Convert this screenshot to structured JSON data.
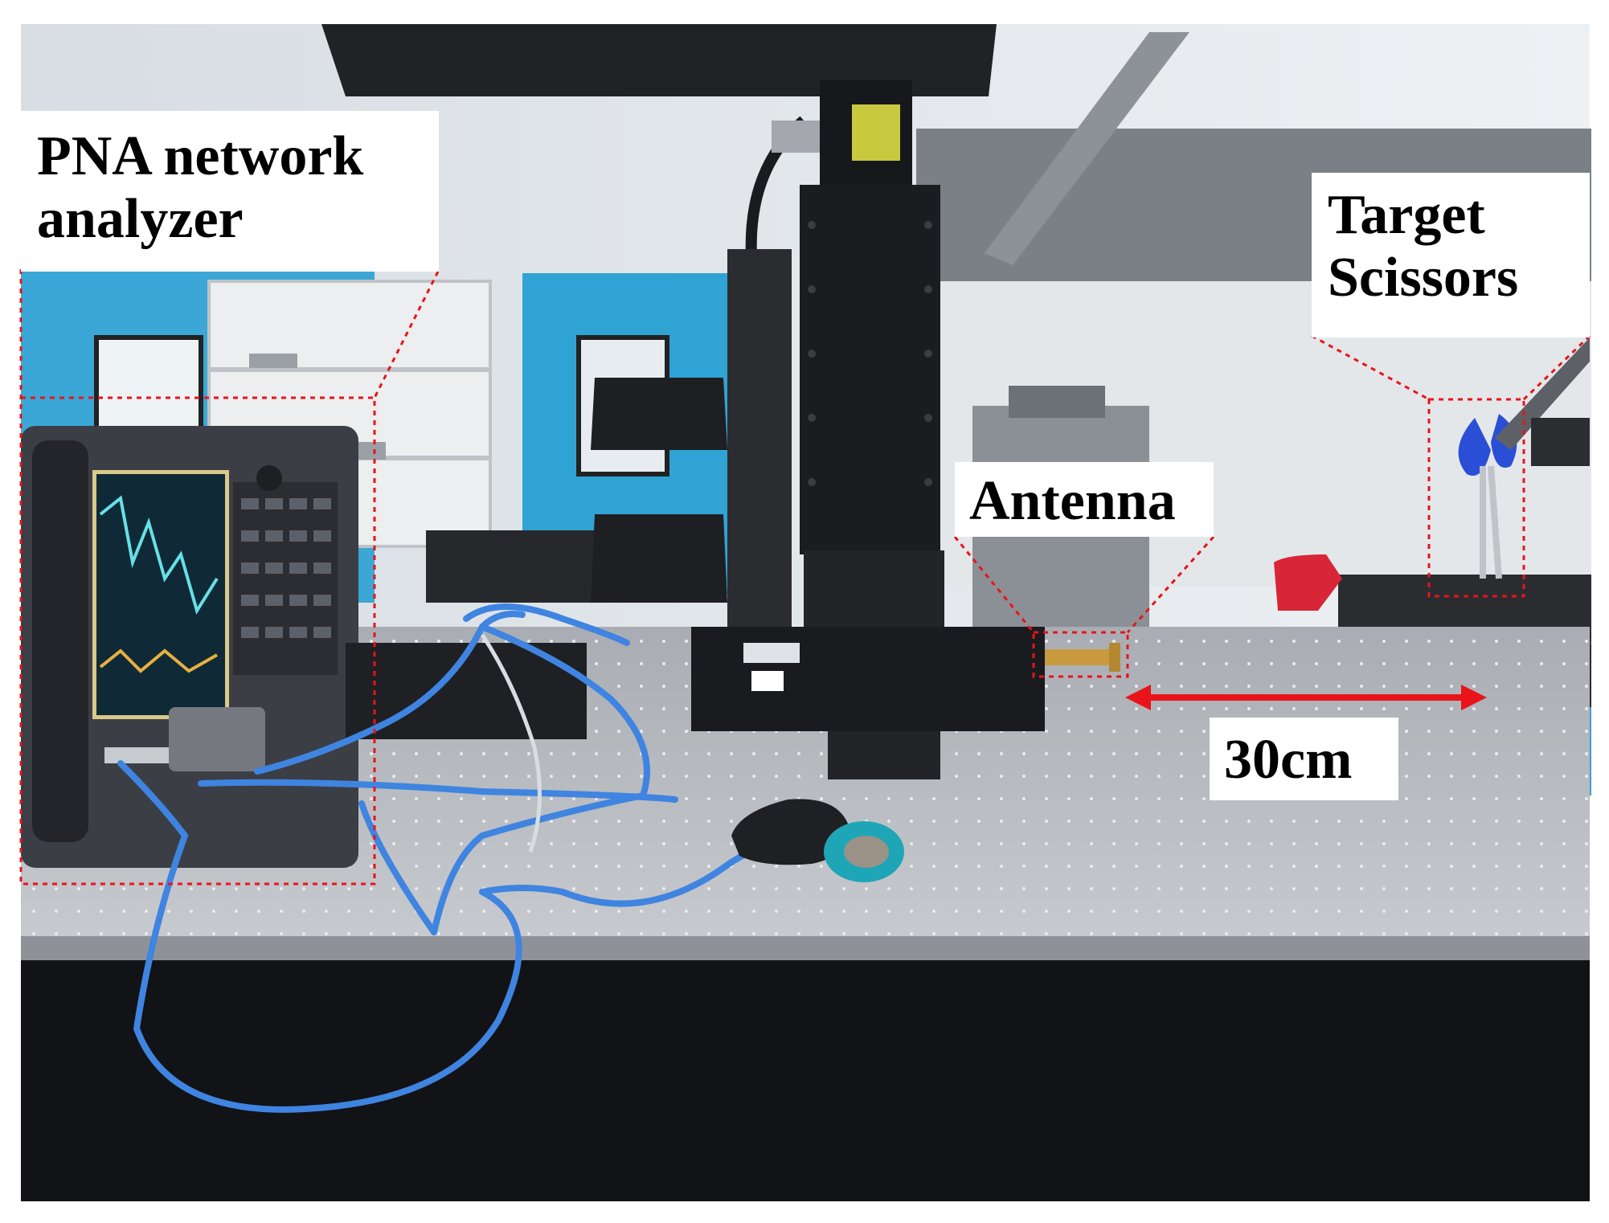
{
  "labels": {
    "pna_line1": "PNA network",
    "pna_line2": "analyzer",
    "target_line1": "Target",
    "target_line2": "Scissors",
    "antenna": "Antenna",
    "distance": "30cm"
  },
  "colors": {
    "annotation_red": "#e8141a",
    "cable_blue": "#3f84e0",
    "table_gray": "#b9bcc1",
    "device_black": "#1c1d21",
    "wall_cyan": "#3aa7d6"
  }
}
